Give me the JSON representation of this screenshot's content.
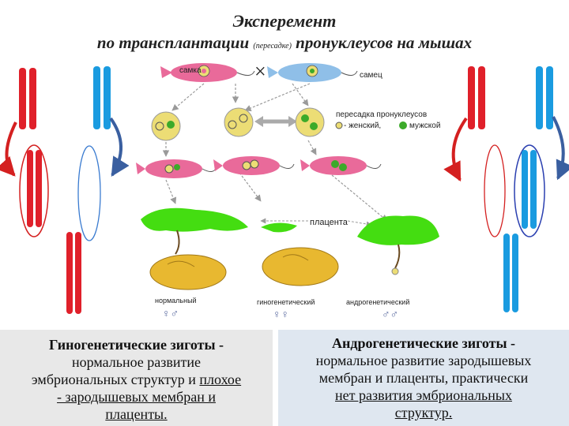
{
  "title": {
    "line1": "Эксперемент",
    "line2_a": "по трансплантации ",
    "line2_small": "(пересадке)",
    "line2_b": " пронуклеусов на мышах"
  },
  "diagram": {
    "female_label": "самка",
    "male_label": "самец",
    "cross_symbol": "×",
    "transplant_line1": "пересадка пронуклеусов",
    "transplant_female": "- женский,",
    "transplant_male": "мужской",
    "placenta_label": "плацента",
    "outcome_normal": "нормальный",
    "outcome_gyno": "гиногенетический",
    "outcome_andro": "андрогенетический",
    "sex_normal": "♀♂",
    "sex_gyno": "♀♀",
    "sex_andro": "♂♂"
  },
  "left_box": {
    "header": "Гиногенетические зиготы  -",
    "line2": "нормальное развитие",
    "line3_a": "эмбриональных структур и ",
    "line3_b": "плохое",
    "line4": "- зародышевых мембран и",
    "line5": "плаценты."
  },
  "right_box": {
    "header": "Андрогенетические зиготы  -",
    "line2": "нормальное развитие зародышевых",
    "line3": "мембран и плаценты, практически",
    "line4": "нет развития эмбриональных",
    "line5": "структур."
  },
  "colors": {
    "red_chromosome": "#e0202a",
    "blue_chromosome": "#1a9be0",
    "female_mouse": "#e96a9a",
    "male_mouse": "#8fbfe8",
    "egg_yellow": "#ecdd75",
    "placenta_green": "#44dd11",
    "embryo_gold": "#e8b830"
  }
}
